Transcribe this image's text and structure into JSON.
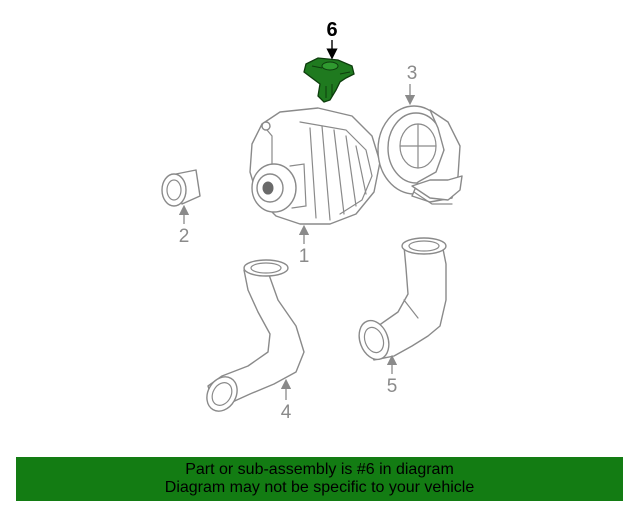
{
  "diagram": {
    "callouts": [
      {
        "id": "6",
        "label": "6",
        "highlighted": true
      },
      {
        "id": "3",
        "label": "3",
        "highlighted": false
      },
      {
        "id": "2",
        "label": "2",
        "highlighted": false
      },
      {
        "id": "1",
        "label": "1",
        "highlighted": false
      },
      {
        "id": "4",
        "label": "4",
        "highlighted": false
      },
      {
        "id": "5",
        "label": "5",
        "highlighted": false
      }
    ],
    "highlight_color": "#1f7a1f",
    "line_color": "#8a8a8a"
  },
  "footer": {
    "line1": "Part or sub-assembly is #6 in diagram",
    "line2": "Diagram may not be specific to your vehicle",
    "background": "#137c13"
  }
}
